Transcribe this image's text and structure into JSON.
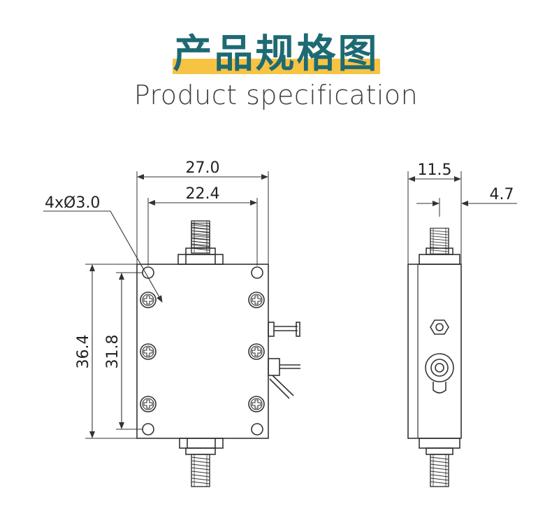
{
  "title": "产品规格图",
  "subtitle": "Product specification",
  "front_view": {
    "width_outer": "27.0",
    "width_holes": "22.4",
    "hole_callout": "4xØ3.0",
    "height_outer": "36.4",
    "height_holes": "31.8"
  },
  "side_view": {
    "depth": "11.5",
    "connector_offset": "4.7"
  },
  "colors": {
    "title_text": "#1e6a73",
    "title_highlight": "#f7c343",
    "line": "#333333"
  }
}
